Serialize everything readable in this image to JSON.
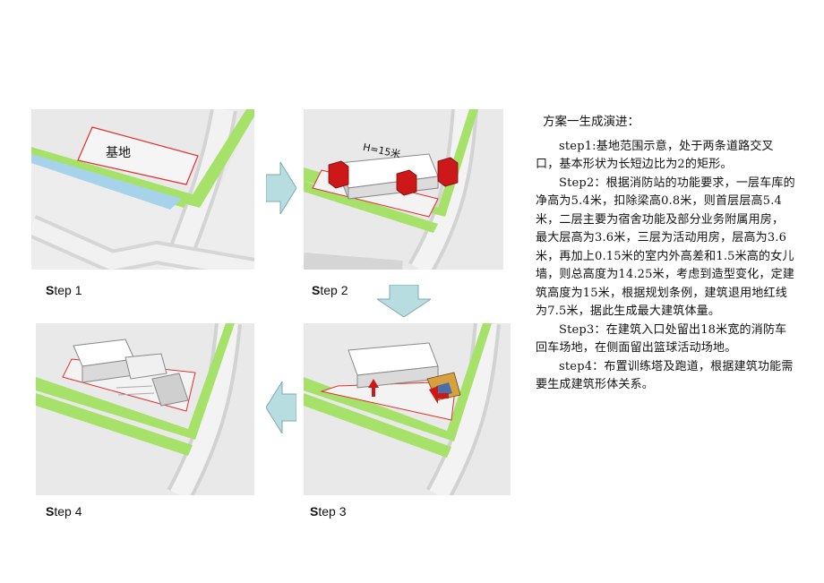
{
  "steps": [
    {
      "cap": "S",
      "rest": "tep 1",
      "site_label": "基地"
    },
    {
      "cap": "S",
      "rest": "tep 2",
      "height_label": "H=15米"
    },
    {
      "cap": "S",
      "rest": "tep 3"
    },
    {
      "cap": "S",
      "rest": "tep 4"
    }
  ],
  "description": {
    "title": "方案一生成演进：",
    "paragraphs": [
      "step1:基地范围示意，处于两条道路交叉口，基本形状为长短边比为2的矩形。",
      "Step2：根据消防站的功能要求，一层车库的净高为5.4米，扣除梁高0.8米，则首层层高5.4米，二层主要为宿舍功能及部分业务附属用房，最大层高为3.6米，三层为活动用房，层高为3.6米，再加上0.15米的室内外高差和1.5米高的女儿墙，则总高度为14.25米，考虑到造型变化，定建筑高度为15米，根据规划条例，建筑退用地红线为7.5米，据此生成最大建筑体量。",
      "Step3：在建筑入口处留出18米宽的消防车回车场地，在侧面留出篮球活动场地。",
      "step4：布置训练塔及跑道，根据建筑功能需要生成建筑形体关系。"
    ]
  },
  "colors": {
    "grass": "#a6e26a",
    "water": "#a7d3ea",
    "redline": "#e03030",
    "arrow_fill": "#b7dde0",
    "building_red": "#cc1818"
  }
}
